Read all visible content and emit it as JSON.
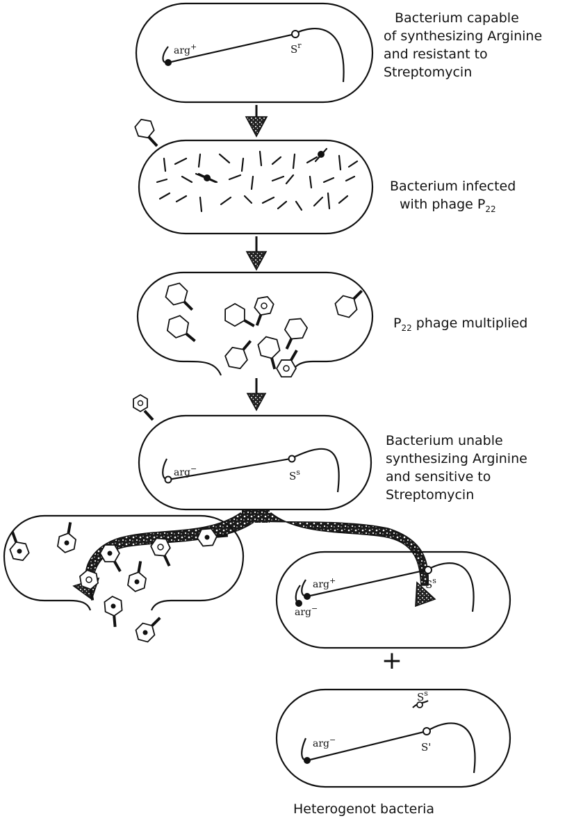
{
  "captions": {
    "step1": [
      "Bacterium capable",
      "of synthesizing Arginine",
      "and resistant to",
      "Streptomycin"
    ],
    "step2": [
      "Bacterium infected",
      "with phage P",
      "22"
    ],
    "step3": [
      "P",
      "22",
      " phage multiplied"
    ],
    "step4": [
      "Bacterium unable",
      "synthesizing Arginine",
      "and sensitive to",
      "Streptomycin"
    ],
    "final": "Heterogenot bacteria",
    "plus": "+"
  },
  "genes": {
    "arg": "arg",
    "plus": "+",
    "minus": "−",
    "S": "S",
    "s_sup": "s",
    "r_sup": "r",
    "r_prime": "'"
  },
  "colors": {
    "ink": "#111111",
    "paper": "#ffffff"
  },
  "icons": [
    "phage-icon",
    "arrowhead-icon"
  ]
}
